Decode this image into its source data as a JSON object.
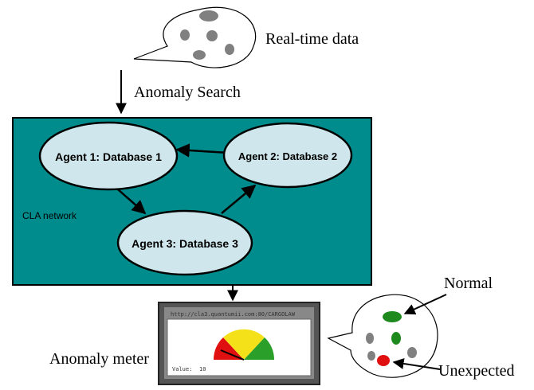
{
  "labels": {
    "realtime": "Real-time data",
    "anomaly_search": "Anomaly Search",
    "anomaly_meter": "Anomaly meter",
    "normal": "Normal",
    "unexpected": "Unexpected",
    "network": "CLA network"
  },
  "agents": {
    "a1": "Agent 1: Database 1",
    "a2": "Agent 2: Database 2",
    "a3": "Agent 3: Database 3"
  },
  "meter": {
    "url": "http://cla3.quantumii.com:80/CARGOLAW",
    "value_label": "Value:",
    "value": "10"
  },
  "colors": {
    "network_bg": "#008c8c",
    "ellipse_fill": "#cfe7ec",
    "normal": "#1e8a1e",
    "unexpected": "#e01010",
    "data_dot": "#808080"
  }
}
